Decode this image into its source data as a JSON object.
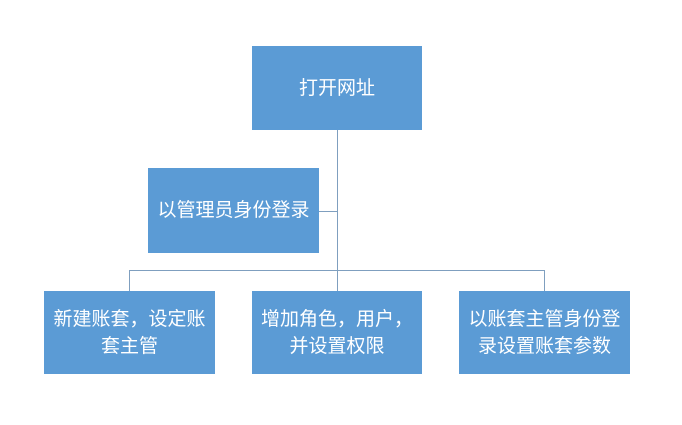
{
  "diagram": {
    "nodes": {
      "open_url": "打开网址",
      "admin_login": "以管理员身份登录",
      "create_account_set": "新建账套，设定账套主管",
      "add_roles_users": "增加角色，用户，并设置权限",
      "supervisor_login": "以账套主管身份登录设置账套参数"
    },
    "colors": {
      "node_fill": "#5b9bd5",
      "node_text": "#ffffff",
      "connector": "#7f9fbf"
    }
  }
}
